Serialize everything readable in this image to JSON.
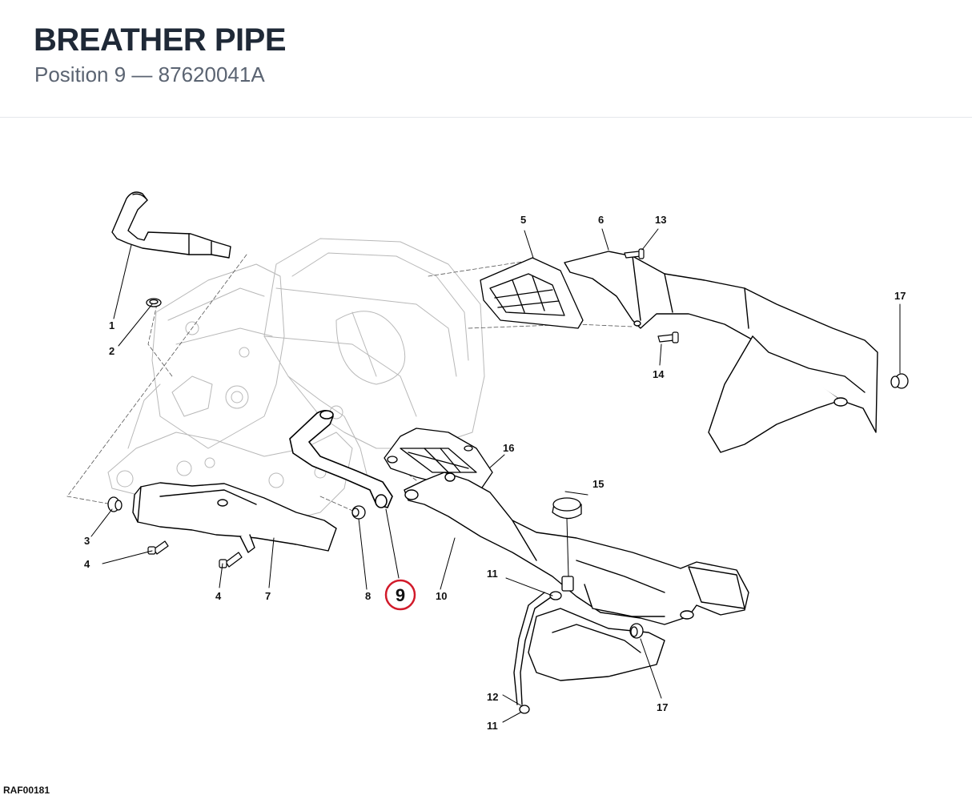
{
  "header": {
    "title": "BREATHER PIPE",
    "subtitle_position": "Position 9",
    "subtitle_separator": "—",
    "subtitle_part_number": "87620041A"
  },
  "diagram": {
    "highlighted_callout": "9",
    "highlight_color": "#d11a2a",
    "callouts": [
      "1",
      "2",
      "3",
      "4",
      "4",
      "5",
      "6",
      "7",
      "8",
      "10",
      "11",
      "11",
      "12",
      "13",
      "14",
      "15",
      "16",
      "17",
      "17"
    ],
    "reference_code": "RAF00181"
  }
}
